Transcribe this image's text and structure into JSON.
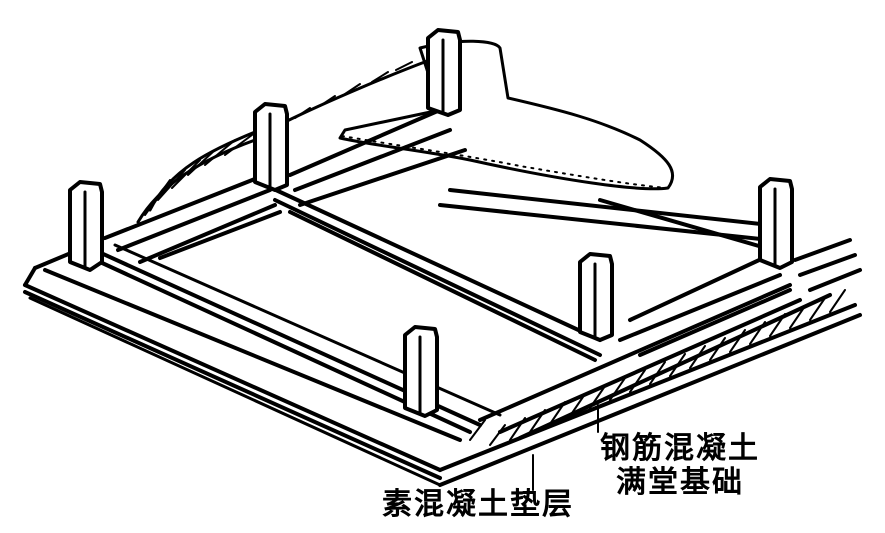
{
  "diagram": {
    "subject": "raft foundation isometric drawing",
    "labels": {
      "raft_foundation_line1": "钢筋混凝土",
      "raft_foundation_line2": "满堂基础",
      "plain_concrete_cushion": "素混凝土垫层"
    },
    "parts": [
      "columns",
      "foundation-beams",
      "raft-slab",
      "concrete-cushion",
      "excavated-soil-cutaway"
    ],
    "colors": {
      "line": "#000000",
      "background": "#ffffff"
    }
  }
}
